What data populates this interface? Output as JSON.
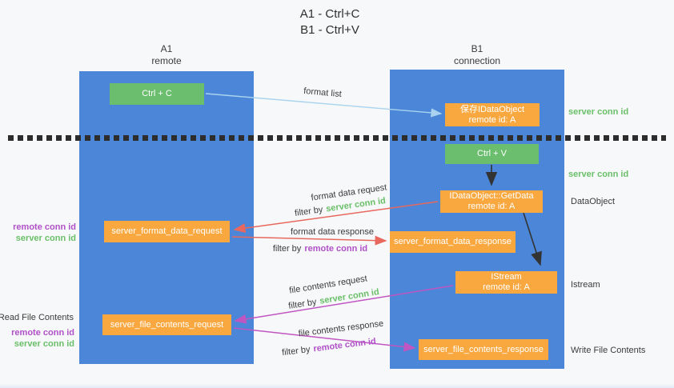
{
  "title": {
    "line1": "A1 - Ctrl+C",
    "line2": "B1 - Ctrl+V"
  },
  "columns": {
    "a1": {
      "name": "A1",
      "subtitle": "remote"
    },
    "b1": {
      "name": "B1",
      "subtitle": "connection"
    }
  },
  "nodes": {
    "ctrl_c": {
      "label": "Ctrl + C"
    },
    "save_idataobject": {
      "line1": "保存IDataObject",
      "line2": "remote id: A"
    },
    "ctrl_v": {
      "label": "Ctrl + V"
    },
    "getdata": {
      "line1": "IDataObject::GetData",
      "line2": "remote id: A"
    },
    "format_request": {
      "label": "server_format_data_request"
    },
    "format_response": {
      "label": "server_format_data_response"
    },
    "istream": {
      "line1": "IStream",
      "line2": "remote id: A"
    },
    "file_request": {
      "label": "server_file_contents_request"
    },
    "file_response": {
      "label": "server_file_contents_response"
    }
  },
  "arrows": {
    "format_list": "format list",
    "format_data_request": "format data request",
    "format_data_response": "format data response",
    "file_contents_request": "file contents request",
    "file_contents_response": "file contents response",
    "filter_by": "filter by",
    "server_conn_id": "server conn id",
    "remote_conn_id": "remote conn id"
  },
  "side_labels": {
    "right_server_conn_id_1": "server conn id",
    "right_server_conn_id_2": "server conn id",
    "dataobject": "DataObject",
    "istream": "Istream",
    "write_file_contents": "Write File Contents",
    "left_remote_conn_id_1": "remote conn id",
    "left_server_conn_id_1": "server conn id",
    "read_file_contents": "Read File Contents",
    "left_remote_conn_id_2": "remote conn id",
    "left_server_conn_id_2": "server conn id"
  },
  "colors": {
    "column_blue": "#4b86d8",
    "box_green": "#6abe6d",
    "box_orange": "#f9a840",
    "arrow_light_blue": "#a9d3ee",
    "arrow_red": "#e8685e",
    "arrow_magenta": "#c056c2",
    "arrow_black": "#333333",
    "text_green": "#6abf69",
    "text_purple": "#b050c8",
    "dotted_line": "#2d2d2d"
  }
}
